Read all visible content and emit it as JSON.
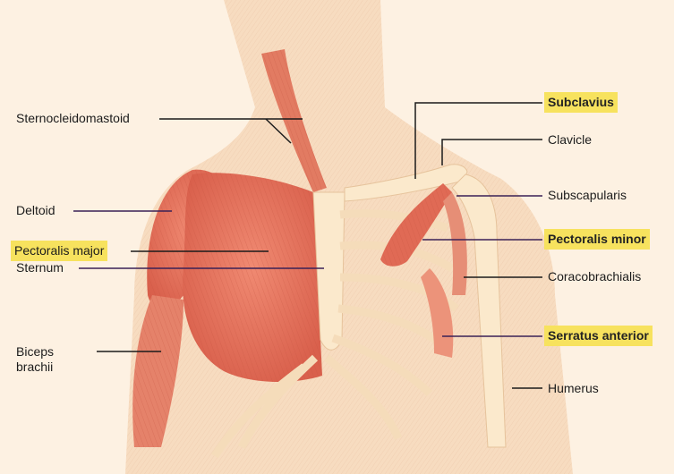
{
  "labels": {
    "sternocleidomastoid": "Sternocleidomastoid",
    "deltoid": "Deltoid",
    "pectoralis_major": "Pectoralis major",
    "sternum": "Sternum",
    "biceps_line1": "Biceps",
    "biceps_line2": "brachii",
    "subclavius": "Subclavius",
    "clavicle": "Clavicle",
    "subscapularis": "Subscapularis",
    "pectoralis_minor": "Pectoralis minor",
    "coracobrachialis": "Coracobrachialis",
    "serratus_anterior": "Serratus anterior",
    "humerus": "Humerus"
  },
  "colors": {
    "background": "#fdf1e2",
    "skin": "#f7dcc0",
    "muscle": "#e8826a",
    "muscle_dark": "#cf5a48",
    "bone": "#fbe9cc",
    "highlight": "#f7e25e"
  }
}
